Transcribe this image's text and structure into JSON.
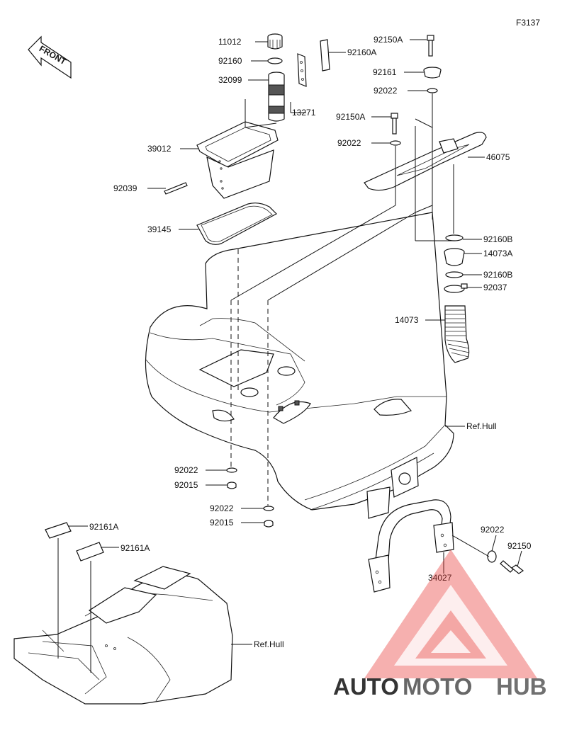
{
  "figure_code": "F3137",
  "front_label": "FRONT",
  "callouts": {
    "c11012": "11012",
    "c92160": "92160",
    "c32099": "32099",
    "c13271": "13271",
    "c39012": "39012",
    "c92039": "92039",
    "c39145": "39145",
    "c92160A": "92160A",
    "c92150A_top": "92150A",
    "c92161": "92161",
    "c92022_top": "92022",
    "c92150A_mid": "92150A",
    "c92022_mid": "92022",
    "c46075": "46075",
    "c92160B_a": "92160B",
    "c14073A": "14073A",
    "c92160B_b": "92160B",
    "c92037": "92037",
    "c14073": "14073",
    "ref_hull_right": "Ref.Hull",
    "c92022_l1": "92022",
    "c92015_l1": "92015",
    "c92022_l2": "92022",
    "c92015_l2": "92015",
    "c92022_r": "92022",
    "c92150": "92150",
    "c34027": "34027",
    "c92161A_a": "92161A",
    "c92161A_b": "92161A",
    "ref_hull_bottom": "Ref.Hull"
  },
  "watermark": {
    "part1": "AUTO",
    "part2": "MOTO",
    "part3": "HUB",
    "color_light": "#f4c58a",
    "color_red": "#e8322f",
    "color_dark": "#555555"
  }
}
